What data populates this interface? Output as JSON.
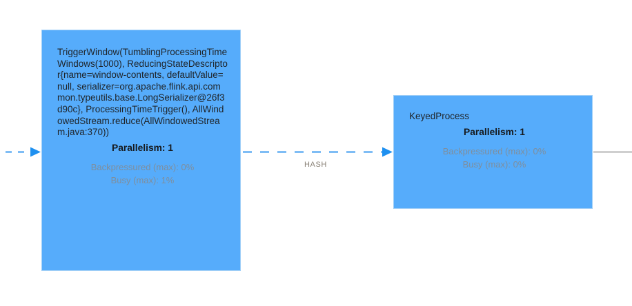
{
  "graph": {
    "background_color": "#ffffff",
    "node_fill_color": "#56acfb",
    "node_border_color": "#9dcdf7",
    "edge_dashed_color": "#7fbdf5",
    "edge_arrow_color": "#1e90f0",
    "edge_solid_color": "#cfcfcf",
    "metric_text_color": "#7f8e9c"
  },
  "nodes": [
    {
      "id": "trigger-window",
      "description": "TriggerWindow(TumblingProcessingTimeWindows(1000), ReducingStateDescriptor{name=window-contents, defaultValue=null, serializer=org.apache.flink.api.common.typeutils.base.LongSerializer@26f3d90c}, ProcessingTimeTrigger(), AllWindowedStream.reduce(AllWindowedStream.java:370))",
      "parallelism": "Parallelism: 1",
      "backpressured": "Backpressured (max): 0%",
      "busy": "Busy (max): 1%"
    },
    {
      "id": "keyed-process",
      "title": "KeyedProcess",
      "parallelism": "Parallelism: 1",
      "backpressured": "Backpressured (max): 0%",
      "busy": "Busy (max): 0%"
    }
  ],
  "edges": [
    {
      "id": "incoming-left",
      "style": "dashed",
      "label": ""
    },
    {
      "id": "trigger-window-to-keyed-process",
      "style": "dashed",
      "label": "HASH"
    },
    {
      "id": "outgoing-right",
      "style": "solid",
      "label": ""
    }
  ]
}
